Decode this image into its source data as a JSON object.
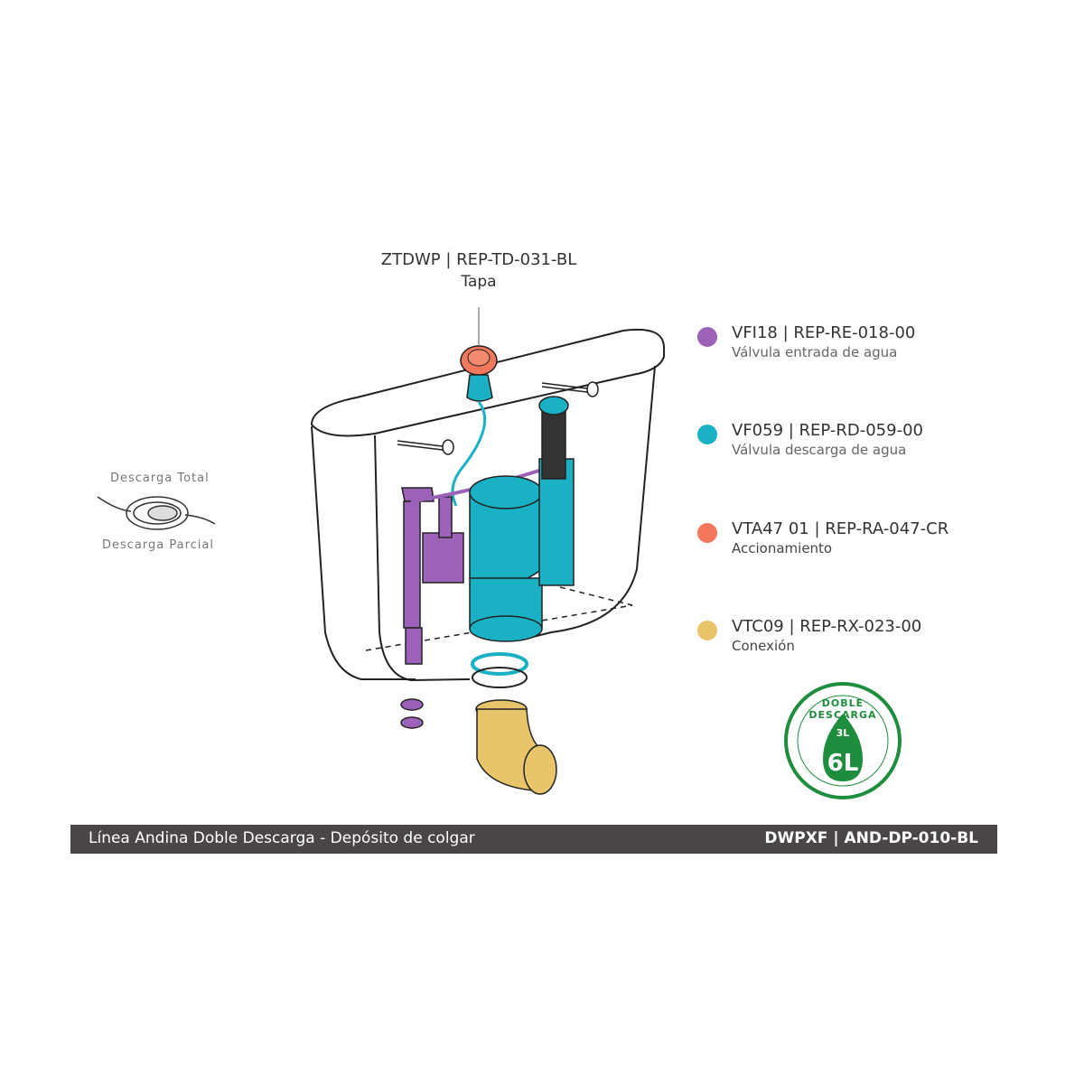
{
  "top_part": {
    "code": "ZTDWP | REP-TD-031-BL",
    "name": "Tapa"
  },
  "legend": [
    {
      "code": "VFI18 | REP-RE-018-00",
      "desc": "Válvula entrada de agua",
      "color": "#9b62b8"
    },
    {
      "code": "VF059 | REP-RD-059-00",
      "desc": "Válvula descarga de agua",
      "color": "#1ab1c4"
    },
    {
      "code": "VTA47 01 | REP-RA-047-CR",
      "desc": "Accionamiento",
      "color": "#f2775c"
    },
    {
      "code": "VTC09 | REP-RX-023-00",
      "desc": "Conexión",
      "color": "#e8c46a"
    }
  ],
  "flush_button": {
    "top_label": "Descarga Total",
    "bottom_label": "Descarga Parcial"
  },
  "badge": {
    "arc_text": "DOBLE DESCARGA",
    "small": "3L",
    "big": "6L",
    "color": "#1e8e3e"
  },
  "footer": {
    "left": "Línea Andina Doble Descarga - Depósito de colgar",
    "right": "DWPXF | AND-DP-010-BL",
    "bg": "#4a4646"
  }
}
